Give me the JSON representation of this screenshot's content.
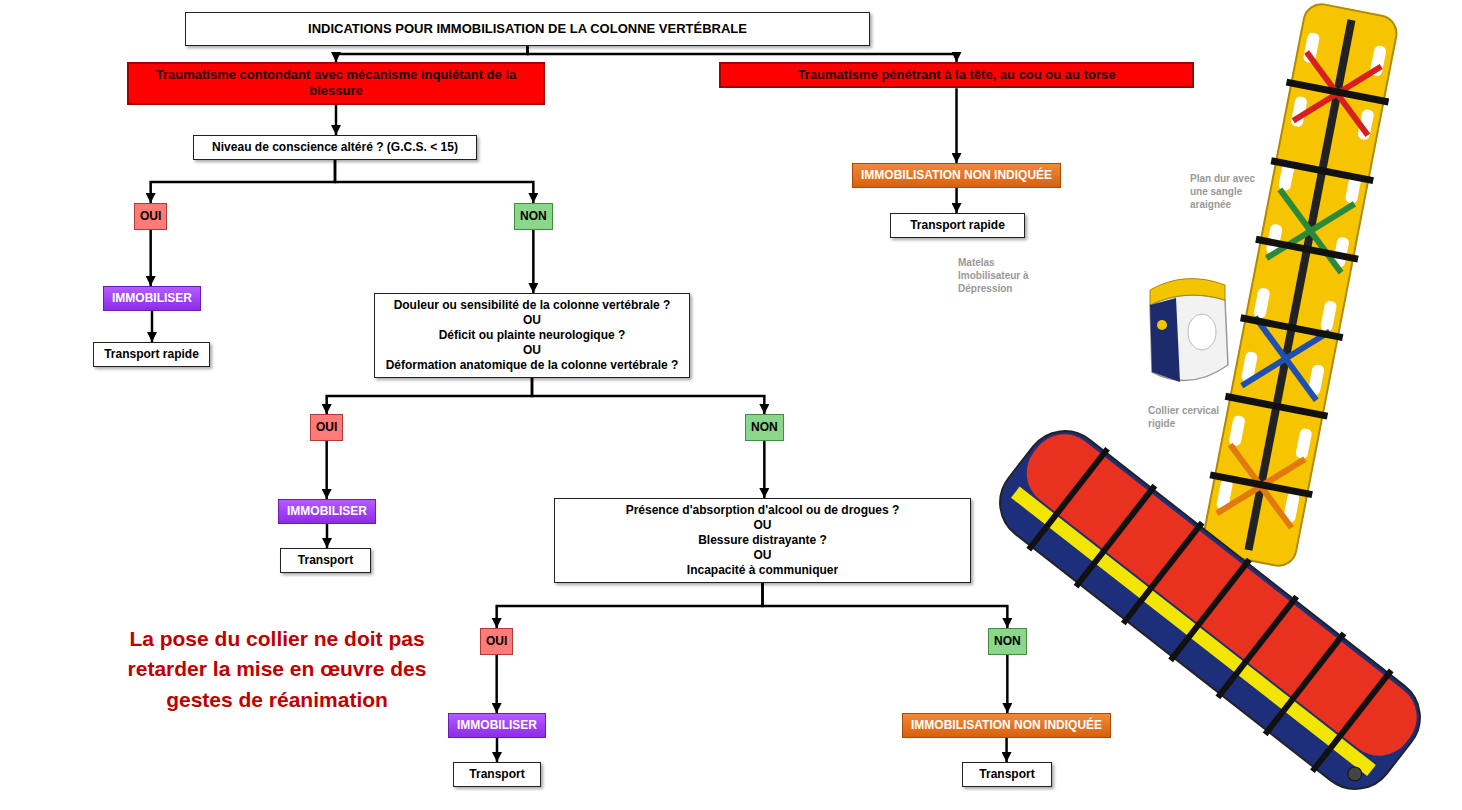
{
  "diagram": {
    "nodes": [
      {
        "text": [
          "INDICATIONS POUR IMMOBILISATION DE LA COLONNE VERTÉBRALE"
        ]
      },
      {
        "text": [
          "Traumatisme contondant avec mécanisme inquiétant de la blessure"
        ]
      },
      {
        "text": [
          "Traumatisme pénétrant à la tête, au cou ou au torse"
        ]
      },
      {
        "text": [
          "Niveau de conscience altéré ? (G.C.S. < 15)"
        ]
      },
      {
        "text": [
          "IMMOBILISATION NON INDIQUÉE"
        ]
      },
      {
        "text": [
          "Transport rapide"
        ]
      },
      {
        "text": [
          "OUI"
        ]
      },
      {
        "text": [
          "NON"
        ]
      },
      {
        "text": [
          "IMMOBILISER"
        ]
      },
      {
        "text": [
          "Douleur ou sensibilité de la colonne vertébrale ?",
          "OU",
          "Déficit ou plainte neurologique ?",
          "OU",
          "Déformation anatomique de la colonne vertébrale ?"
        ]
      },
      {
        "text": [
          "Transport rapide"
        ]
      },
      {
        "text": [
          "OUI"
        ]
      },
      {
        "text": [
          "NON"
        ]
      },
      {
        "text": [
          "IMMOBILISER"
        ]
      },
      {
        "text": [
          "Présence d'absorption d'alcool ou de drogues ?",
          "OU",
          "Blessure distrayante ?",
          "OU",
          "Incapacité à communiquer"
        ]
      },
      {
        "text": [
          "Transport"
        ]
      },
      {
        "text": [
          "OUI"
        ]
      },
      {
        "text": [
          "NON"
        ]
      },
      {
        "text": [
          "IMMOBILISER"
        ]
      },
      {
        "text": [
          "IMMOBILISATION NON INDIQUÉE"
        ]
      },
      {
        "text": [
          "Transport"
        ]
      },
      {
        "text": [
          "Transport"
        ]
      }
    ],
    "edges": [
      {
        "from": 0,
        "to": 1,
        "arrow": "to"
      },
      {
        "from": 0,
        "to": 2,
        "arrow": "to"
      },
      {
        "from": 1,
        "to": 3,
        "arrow": "to"
      },
      {
        "from": 2,
        "to": 4,
        "arrow": "to"
      },
      {
        "from": 4,
        "to": 5,
        "arrow": "to"
      },
      {
        "from": 3,
        "to": 6,
        "arrow": "to"
      },
      {
        "from": 3,
        "to": 7,
        "arrow": "to"
      },
      {
        "from": 6,
        "to": 8,
        "arrow": "to"
      },
      {
        "from": 8,
        "to": 10,
        "arrow": "to"
      },
      {
        "from": 7,
        "to": 9,
        "arrow": "to"
      },
      {
        "from": 9,
        "to": 11,
        "arrow": "to"
      },
      {
        "from": 9,
        "to": 12,
        "arrow": "to"
      },
      {
        "from": 11,
        "to": 13,
        "arrow": "to"
      },
      {
        "from": 13,
        "to": 15,
        "arrow": "to"
      },
      {
        "from": 12,
        "to": 14,
        "arrow": "to"
      },
      {
        "from": 14,
        "to": 16,
        "arrow": "to"
      },
      {
        "from": 14,
        "to": 17,
        "arrow": "to"
      },
      {
        "from": 16,
        "to": 18,
        "arrow": "to"
      },
      {
        "from": 17,
        "to": 19,
        "arrow": "to"
      },
      {
        "from": 18,
        "to": 20,
        "arrow": "to"
      },
      {
        "from": 19,
        "to": 21,
        "arrow": "to"
      }
    ],
    "labels": [
      "Plan dur avec une sangle araignée",
      "Matelas Imobilisateur à Dépression",
      "Collier cervical rigide",
      "La pose du collier ne doit pas retarder la mise en œuvre des gestes de réanimation"
    ]
  }
}
